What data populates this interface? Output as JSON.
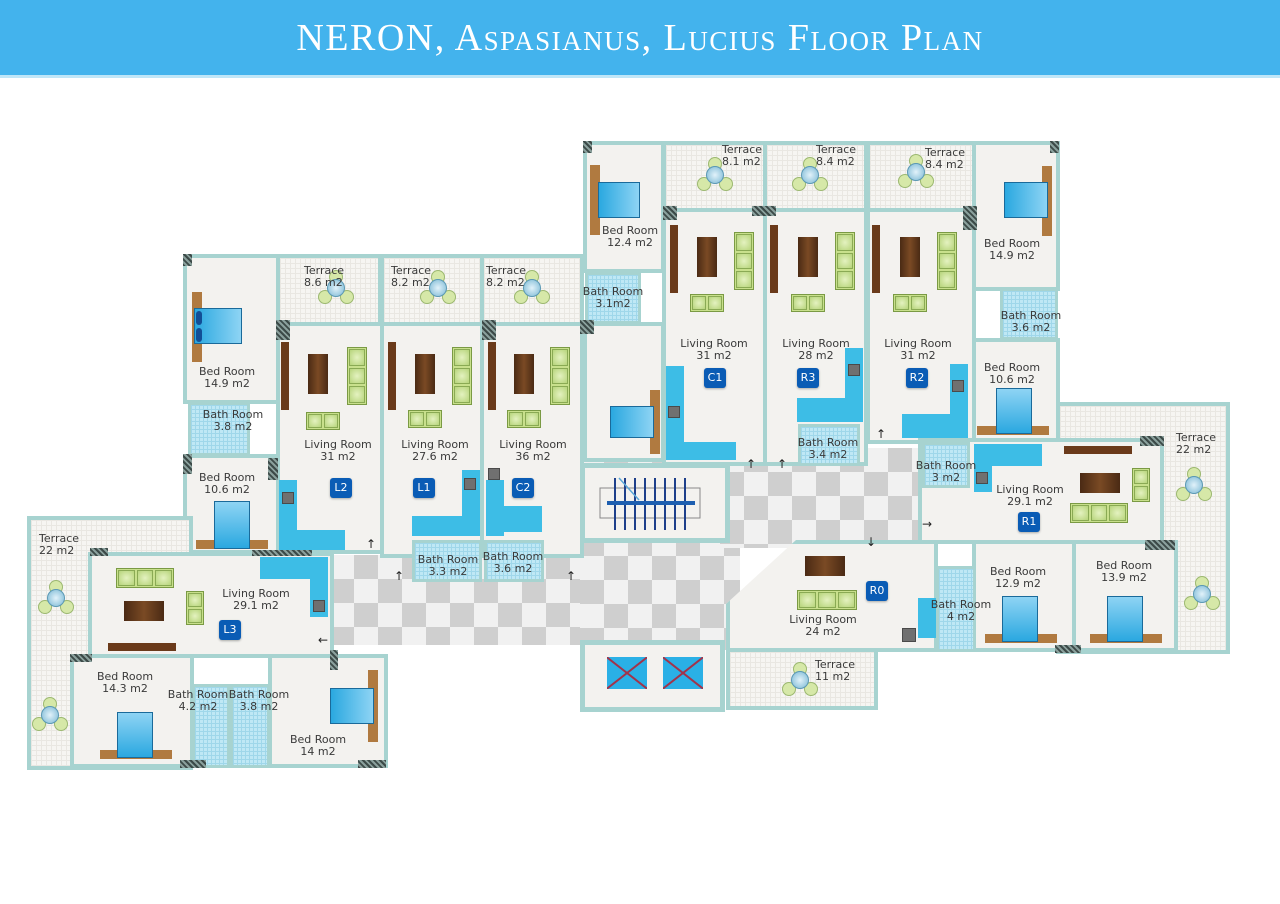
{
  "header": {
    "title": "NERON, Aspasianus, Lucius Floor Plan",
    "background_color": "#43b3ed"
  },
  "colors": {
    "wall": "#a7d3d0",
    "floor": "#f3f2ef",
    "unit_badge": "#0a5cb5",
    "kitchen": "#3dbde6",
    "bath_tile": "#bfe8f5",
    "corridor_dark": "#cfcfcf"
  },
  "area_unit": "m2",
  "units": {
    "L2": {
      "badge": "L2",
      "terrace": {
        "label": "Terrace",
        "size": "8.6 m2"
      },
      "bedroom1": {
        "label": "Bed Room",
        "size": "14.9 m2"
      },
      "bath": {
        "label": "Bath Room",
        "size": "3.8 m2"
      },
      "bedroom2": {
        "label": "Bed Room",
        "size": "10.6 m2"
      },
      "living": {
        "label": "Living Room",
        "size": "31  m2"
      }
    },
    "L1": {
      "badge": "L1",
      "terrace": {
        "label": "Terrace",
        "size": "8.2 m2"
      },
      "living": {
        "label": "Living Room",
        "size": "27.6  m2"
      },
      "bath": {
        "label": "Bath Room",
        "size": "3.3 m2"
      }
    },
    "C2": {
      "badge": "C2",
      "terrace": {
        "label": "Terrace",
        "size": "8.2 m2"
      },
      "living": {
        "label": "Living Room",
        "size": "36  m2"
      },
      "bath": {
        "label": "Bath Room",
        "size": "3.6 m2"
      }
    },
    "C1": {
      "badge": "C1",
      "terrace": {
        "label": "Terrace",
        "size": "8.1 m2"
      },
      "bedroom": {
        "label": "Bed Room",
        "size": "12.4 m2"
      },
      "bath": {
        "label": "Bath Room",
        "size": "3.1m2"
      },
      "living": {
        "label": "Living Room",
        "size": "31  m2"
      }
    },
    "R3": {
      "badge": "R3",
      "terrace": {
        "label": "Terrace",
        "size": "8.4 m2"
      },
      "living": {
        "label": "Living Room",
        "size": "28  m2"
      },
      "bath": {
        "label": "Bath Room",
        "size": "3.4 m2"
      }
    },
    "R2": {
      "badge": "R2",
      "terrace": {
        "label": "Terrace",
        "size": "8.4 m2"
      },
      "living": {
        "label": "Living Room",
        "size": "31  m2"
      },
      "bedroom1": {
        "label": "Bed Room",
        "size": "14.9 m2"
      },
      "bath": {
        "label": "Bath Room",
        "size": "3.6 m2"
      },
      "bedroom2": {
        "label": "Bed Room",
        "size": "10.6 m2"
      }
    },
    "R1": {
      "badge": "R1",
      "terrace": {
        "label": "Terrace",
        "size": "22 m2"
      },
      "bath": {
        "label": "Bath Room",
        "size": "3 m2"
      },
      "living": {
        "label": "Living Room",
        "size": "29.1 m2"
      },
      "bedroom1": {
        "label": "Bed Room",
        "size": "12.9 m2"
      },
      "bedroom2": {
        "label": "Bed Room",
        "size": "13.9 m2"
      }
    },
    "R0": {
      "badge": "R0",
      "living": {
        "label": "Living Room",
        "size": "24 m2"
      },
      "bath": {
        "label": "Bath Room",
        "size": "4 m2"
      },
      "terrace": {
        "label": "Terrace",
        "size": "11 m2"
      }
    },
    "L3": {
      "badge": "L3",
      "terrace": {
        "label": "Terrace",
        "size": "22 m2"
      },
      "living": {
        "label": "Living Room",
        "size": "29.1 m2"
      },
      "bedroom1": {
        "label": "Bed Room",
        "size": "14.3 m2"
      },
      "bath1": {
        "label": "Bath Room",
        "size": "4.2 m2"
      },
      "bath2": {
        "label": "Bath Room",
        "size": "3.8 m2"
      },
      "bedroom2": {
        "label": "Bed Room",
        "size": "14 m2"
      }
    }
  }
}
